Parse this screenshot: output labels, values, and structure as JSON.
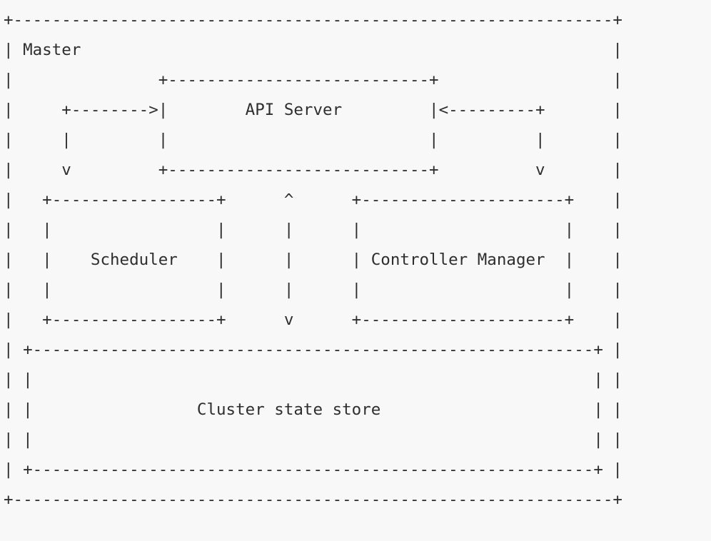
{
  "colors": {
    "background": "#f8f8f8",
    "ink": "#2e2e2e"
  },
  "diagram": {
    "type": "ascii-architecture",
    "container_label": "Master",
    "components": [
      "API Server",
      "Scheduler",
      "Controller Manager",
      "Cluster state store"
    ],
    "ascii_lines": [
      "+--------------------------------------------------------------+",
      "| Master                                                       |",
      "|               +---------------------------+                  |",
      "|     +-------->|        API Server         |<---------+       |",
      "|     |         |                           |          |       |",
      "|     v         +---------------------------+          v       |",
      "|   +-----------------+      ^      +---------------------+    |",
      "|   |                 |      |      |                     |    |",
      "|   |    Scheduler    |      |      | Controller Manager  |    |",
      "|   |                 |      |      |                     |    |",
      "|   +-----------------+      v      +---------------------+    |",
      "| +----------------------------------------------------------+ |",
      "| |                                                          | |",
      "| |                 Cluster state store                      | |",
      "| |                                                          | |",
      "| +----------------------------------------------------------+ |",
      "+--------------------------------------------------------------+"
    ]
  }
}
